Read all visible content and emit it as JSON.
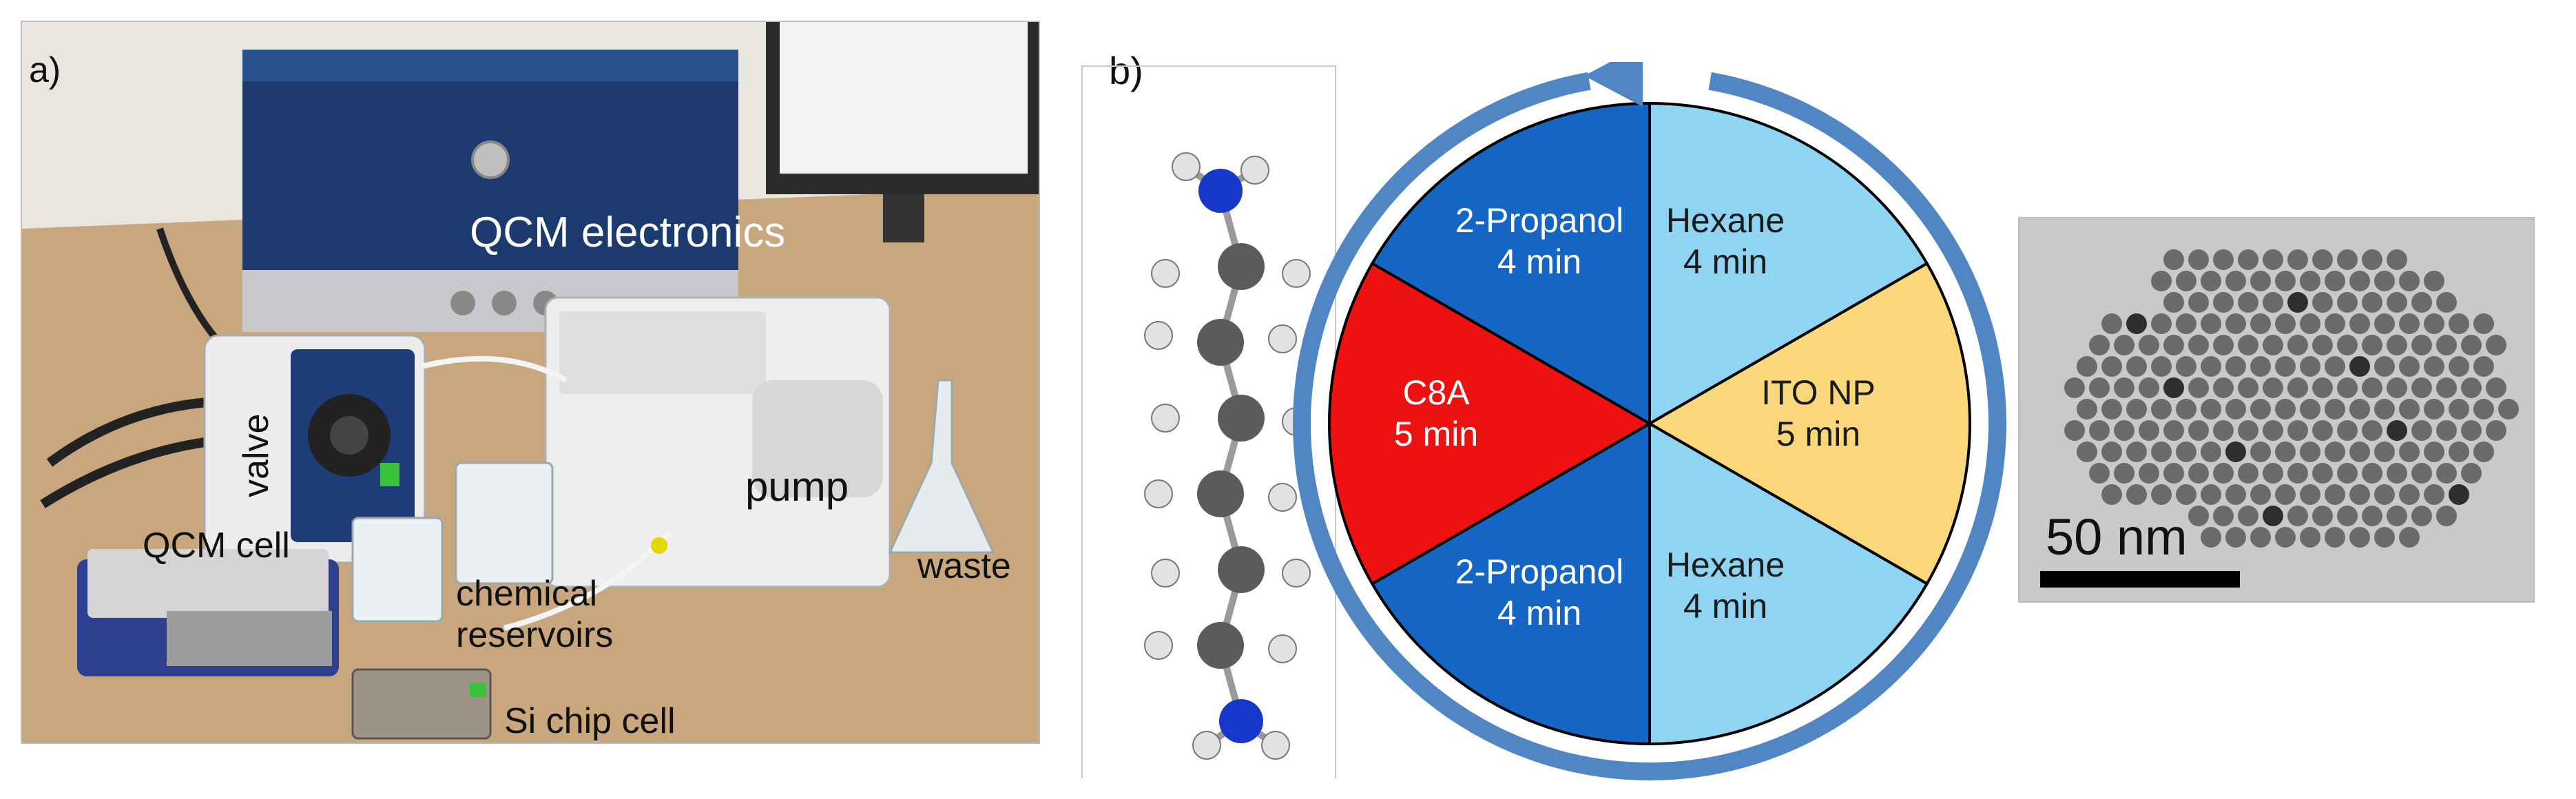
{
  "panel_a": {
    "letter": "a)",
    "labels": {
      "qcm_electronics": "QCM electronics",
      "valve": "valve",
      "pump": "pump",
      "waste": "waste",
      "qcm_cell": "QCM cell",
      "chemical": "chemical",
      "reservoirs": "reservoirs",
      "si_chip_cell": "Si chip cell"
    }
  },
  "panel_b": {
    "letter": "b)",
    "cycle_steps": [
      {
        "solvent": "2-Propanol",
        "time": "4 min",
        "color": "#1566c4"
      },
      {
        "solvent": "Hexane",
        "time": "4 min",
        "color": "#8fd4f2"
      },
      {
        "solvent": "ITO NP",
        "time": "5 min",
        "color": "#f9d77a"
      },
      {
        "solvent": "Hexane",
        "time": "4 min",
        "color": "#8fd4f2"
      },
      {
        "solvent": "2-Propanol",
        "time": "4 min",
        "color": "#1566c4"
      },
      {
        "solvent": "C8A",
        "time": "5 min",
        "color": "#ee1111"
      }
    ],
    "arrow_color": "#4f86c3"
  },
  "tem": {
    "scale_label": "50 nm"
  }
}
